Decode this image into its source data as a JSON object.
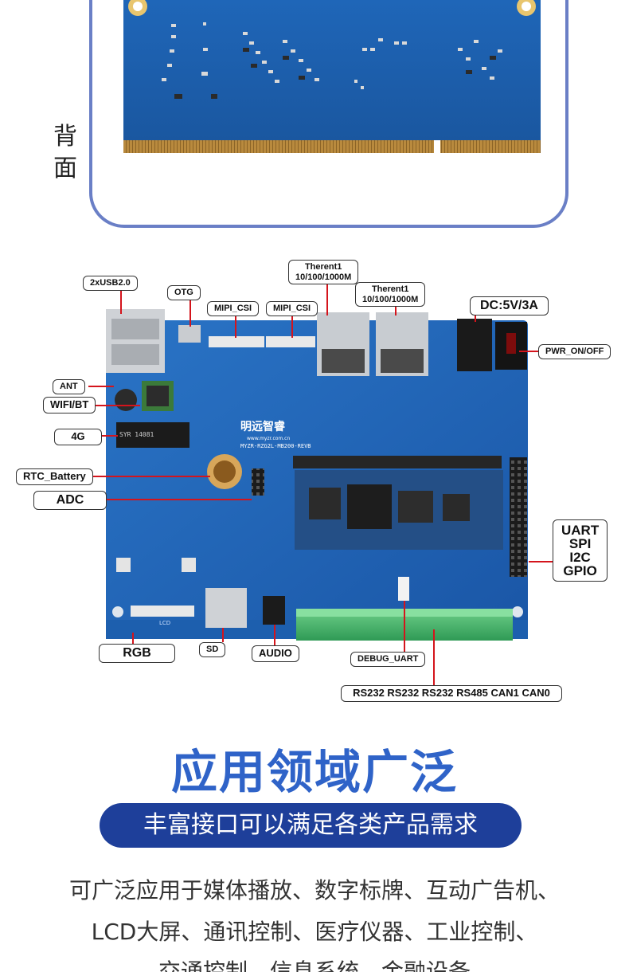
{
  "back_label": "背\n面",
  "tags": {
    "usb": "2xUSB2.0",
    "otg": "OTG",
    "mipi_csi_1": "MIPI_CSI",
    "mipi_csi_2": "MIPI_CSI",
    "eth1": "Therent1\n10/100/1000M",
    "eth2": "Therent1\n10/100/1000M",
    "dc": "DC:5V/3A",
    "pwr": "PWR_ON/OFF",
    "ant": "ANT",
    "wifi": "WIFI/BT",
    "g4": "4G",
    "rtc": "RTC_Battery",
    "adc": "ADC",
    "uart": "UART\nSPI\nI2C\nGPIO",
    "rgb": "RGB",
    "sd": "SD",
    "audio": "AUDIO",
    "debug": "DEBUG_UART",
    "serial": "RS232 RS232 RS232 RS485 CAN1 CAN0"
  },
  "board_silk": {
    "brand": "明远智睿",
    "url": "www.myzr.com.cn",
    "model": "MYZR-RZG2L-MB200-REVB",
    "m2": "SYR 14081",
    "lcd": "LCD"
  },
  "colors": {
    "board": "#1d5fae",
    "accent": "#2f63c8",
    "pill": "#1e3f9a",
    "card_border": "#6a7fc6",
    "lead": "#d4141c"
  },
  "heading": {
    "title": "应用领域广泛",
    "subtitle": "丰富接口可以满足各类产品需求"
  },
  "description": [
    "可广泛应用于媒体播放、数字标牌、互动广告机、",
    "LCD大屏、通讯控制、医疗仪器、工业控制、",
    "交通控制、信息系统、金融设备"
  ]
}
